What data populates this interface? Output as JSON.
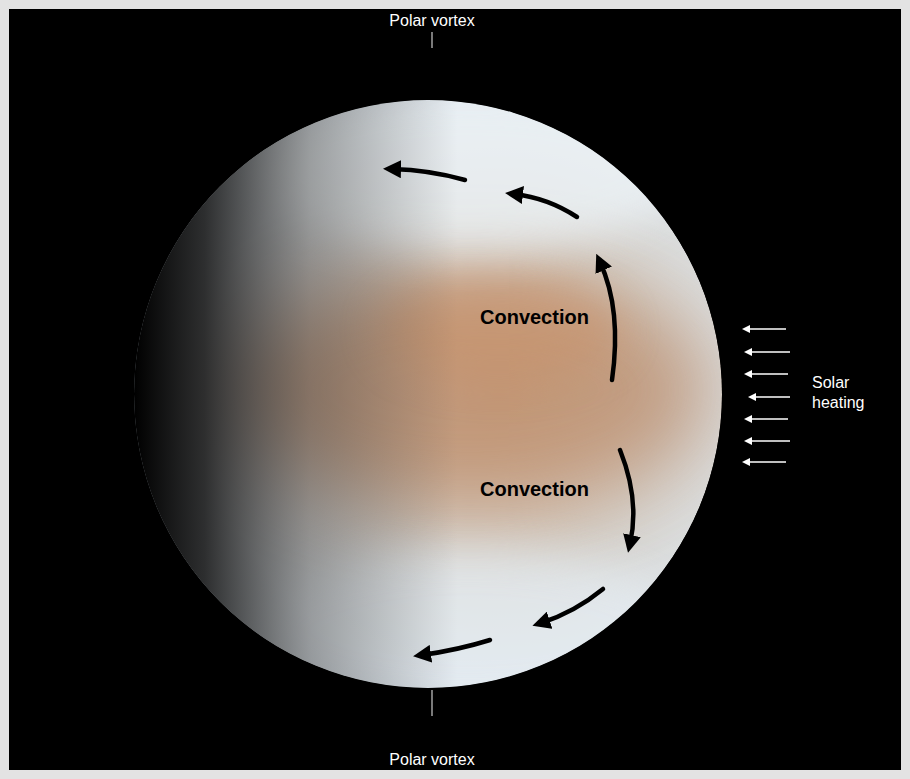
{
  "diagram": {
    "labels": [
      "Polar vortex",
      "Convection",
      "Solar heating",
      "Convection",
      "Polar vortex"
    ]
  }
}
